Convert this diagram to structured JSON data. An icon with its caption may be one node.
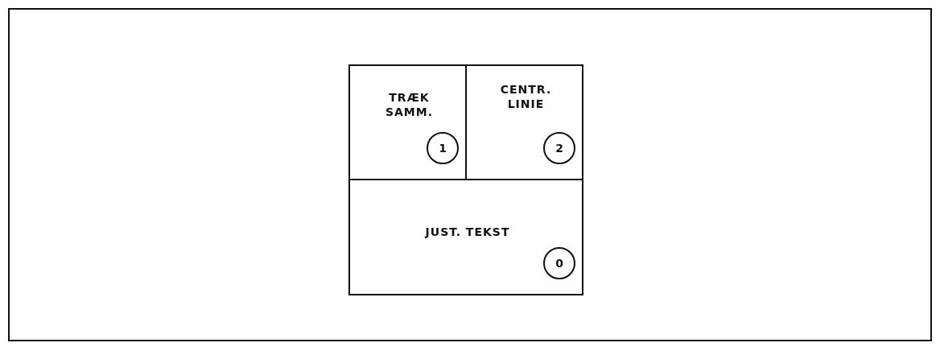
{
  "diagram": {
    "nodes": [
      {
        "text": [
          "TRÆK SAMM."
        ]
      },
      {
        "text": [
          "1"
        ],
        "in": 0
      },
      {
        "text": [
          "CENTR. LINIE"
        ]
      },
      {
        "text": [
          "2"
        ],
        "in": 2
      },
      {
        "text": [
          "JUST. TEKST"
        ]
      },
      {
        "text": [
          "0"
        ],
        "in": 4
      }
    ]
  }
}
